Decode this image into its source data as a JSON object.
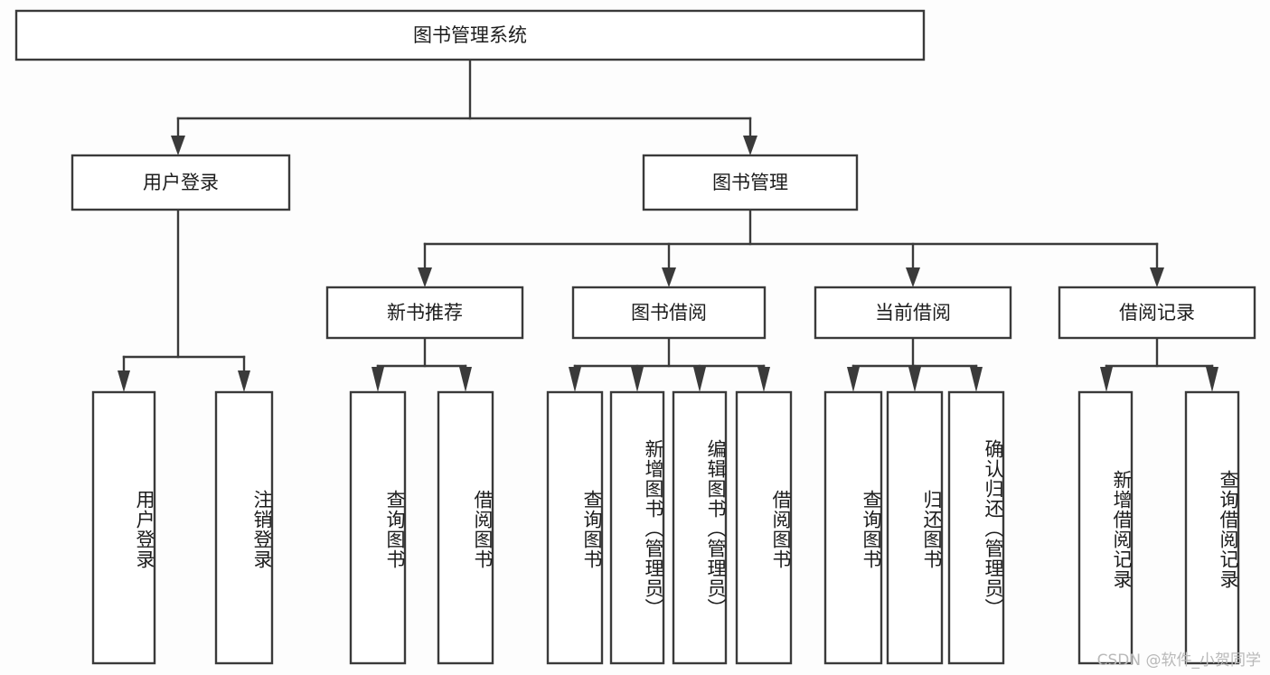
{
  "diagram": {
    "title": "图书管理系统",
    "type": "tree-hierarchy-chart",
    "watermark": "CSDN @软件_小贺同学",
    "colors": {
      "box_stroke": "#3a3a3a",
      "box_fill": "#ffffff",
      "connector": "#3a3a3a",
      "text": "#1c1c1c",
      "background": "#fdfdfd",
      "watermark": "#b9b9b9"
    },
    "root": {
      "label": "图书管理系统"
    },
    "level1": [
      {
        "id": "user-login",
        "label": "用户登录"
      },
      {
        "id": "book-management",
        "label": "图书管理"
      }
    ],
    "level2": [
      {
        "id": "new-book-recommend",
        "label": "新书推荐",
        "parent": "book-management"
      },
      {
        "id": "book-borrow",
        "label": "图书借阅",
        "parent": "book-management"
      },
      {
        "id": "current-borrow",
        "label": "当前借阅",
        "parent": "book-management"
      },
      {
        "id": "borrow-record",
        "label": "借阅记录",
        "parent": "book-management"
      }
    ],
    "leaves": {
      "user-login": [
        {
          "id": "leaf-user-login",
          "label": "用户登录"
        },
        {
          "id": "leaf-user-logout",
          "label": "注销登录"
        }
      ],
      "new-book-recommend": [
        {
          "id": "leaf-query-book-1",
          "label": "查询图书"
        },
        {
          "id": "leaf-borrow-book-1",
          "label": "借阅图书"
        }
      ],
      "book-borrow": [
        {
          "id": "leaf-query-book-2",
          "label": "查询图书"
        },
        {
          "id": "leaf-add-book",
          "label": "新增图书（管理员）"
        },
        {
          "id": "leaf-edit-book",
          "label": "编辑图书（管理员）"
        },
        {
          "id": "leaf-borrow-book-2",
          "label": "借阅图书"
        }
      ],
      "current-borrow": [
        {
          "id": "leaf-query-book-3",
          "label": "查询图书"
        },
        {
          "id": "leaf-return-book",
          "label": "归还图书"
        },
        {
          "id": "leaf-confirm-return",
          "label": "确认归还（管理员）"
        }
      ],
      "borrow-record": [
        {
          "id": "leaf-add-record",
          "label": "新增借阅记录"
        },
        {
          "id": "leaf-query-record",
          "label": "查询借阅记录"
        }
      ]
    }
  }
}
